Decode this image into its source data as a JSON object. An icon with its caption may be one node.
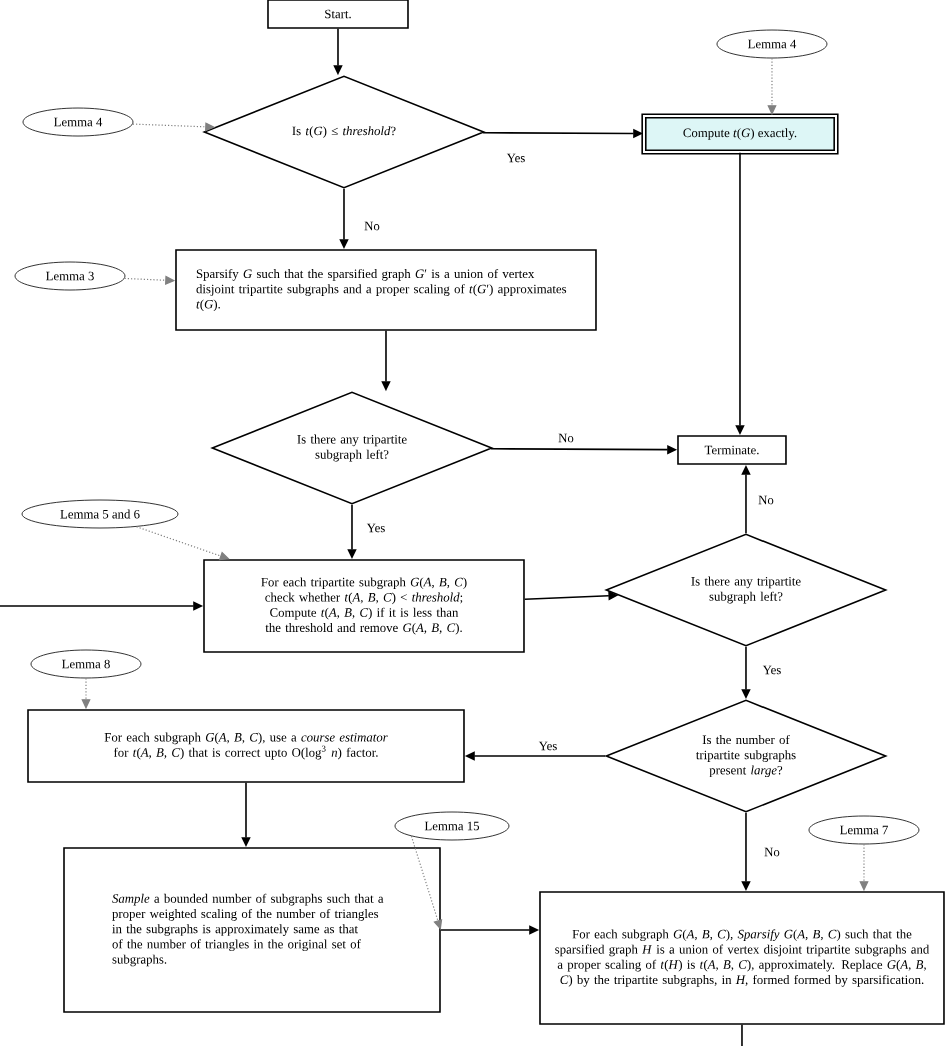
{
  "diagram": {
    "nodes": [
      {
        "text": [
          "Start."
        ]
      },
      {
        "text": [
          "Is *t*(*G*) ≤ *threshold*?"
        ]
      },
      {
        "text": [
          "Lemma 4"
        ]
      },
      {
        "text": [
          "Lemma 4"
        ]
      },
      {
        "text": [
          "Compute *t*(*G*) exactly."
        ]
      },
      {
        "text": [
          "Lemma 3"
        ]
      },
      {
        "text": [
          "Sparsify *G* such that the sparsified graph *G*′ is a union of vertex disjoint tripartite subgraphs and a proper scaling of *t*(*G*′) approximates *t*(*G*)."
        ]
      },
      {
        "text": [
          "Is there any tripartite subgraph left?"
        ]
      },
      {
        "text": [
          "Terminate."
        ]
      },
      {
        "text": [
          "Lemma 5 and 6"
        ]
      },
      {
        "text": [
          "For each tripartite subgraph *G*(*A*, *B*, *C*) check whether *t*(*A*, *B*, *C*) < *threshold*; Compute *t*(*A*, *B*, *C*) if it is less than the threshold and remove *G*(*A*, *B*, *C*)."
        ]
      },
      {
        "text": [
          "Is there any tripartite subgraph left?"
        ]
      },
      {
        "text": [
          "Lemma 8"
        ]
      },
      {
        "text": [
          "For each subgraph *G*(*A*, *B*, *C*), use a *course estimator* for *t*(*A*, *B*, *C*) that is correct upto O(log$^{3}$ *n*) factor."
        ]
      },
      {
        "text": [
          "Is the number of tripartite subgraphs present *large*?"
        ]
      },
      {
        "text": [
          "Lemma 15"
        ]
      },
      {
        "text": [
          "*Sample* a bounded number of subgraphs such that a proper weighted scaling of the number of triangles in the subgraphs is approximately same as that of the number of triangles in the original set of subgraphs."
        ]
      },
      {
        "text": [
          "Lemma 7"
        ]
      },
      {
        "text": [
          "For each subgraph *G*(*A*, *B*, *C*), *Sparsify G*(*A*, *B*, *C*) such that the sparsified graph *H* is a union of vertex disjoint tripartite subgraphs and a proper scaling of *t*(*H*) is *t*(*A*, *B*, *C*), approximately. Replace *G*(*A*, *B*, *C*) by the tripartite subgraphs, in *H*, formed formed by sparsification."
        ]
      }
    ],
    "edges": [
      {
        "from": 0,
        "to": 1,
        "arrow": "to"
      },
      {
        "from": 2,
        "to": 1,
        "arrow": "to",
        "style": "dashed",
        "color": "#808080"
      },
      {
        "from": 1,
        "to": 4,
        "arrow": "to",
        "label": "Yes"
      },
      {
        "from": 3,
        "to": 4,
        "arrow": "to",
        "style": "dashed",
        "color": "#808080"
      },
      {
        "from": 1,
        "to": 6,
        "arrow": "to",
        "label": "No"
      },
      {
        "from": 5,
        "to": 6,
        "arrow": "to",
        "style": "dashed",
        "color": "#808080"
      },
      {
        "from": 6,
        "to": 7,
        "arrow": "to"
      },
      {
        "from": 4,
        "to": 8,
        "arrow": "to"
      },
      {
        "from": 7,
        "to": 8,
        "arrow": "to",
        "label": "No"
      },
      {
        "from": 7,
        "to": 10,
        "arrow": "to",
        "label": "Yes"
      },
      {
        "from": 9,
        "to": 10,
        "arrow": "to",
        "style": "dashed",
        "color": "#808080"
      },
      {
        "from": null,
        "to": 10,
        "arrow": "to"
      },
      {
        "from": 10,
        "to": 11,
        "arrow": "to"
      },
      {
        "from": 11,
        "to": 8,
        "arrow": "to",
        "label": "No"
      },
      {
        "from": 11,
        "to": 14,
        "arrow": "to",
        "label": "Yes"
      },
      {
        "from": 14,
        "to": 13,
        "arrow": "to",
        "label": "Yes"
      },
      {
        "from": 12,
        "to": 13,
        "arrow": "to",
        "style": "dashed",
        "color": "#808080"
      },
      {
        "from": 13,
        "to": 16,
        "arrow": "to"
      },
      {
        "from": 14,
        "to": 18,
        "arrow": "to",
        "label": "No"
      },
      {
        "from": 17,
        "to": 18,
        "arrow": "to",
        "style": "dashed",
        "color": "#808080"
      },
      {
        "from": 16,
        "to": 18,
        "arrow": "to"
      },
      {
        "from": 15,
        "to": 16,
        "arrow": "to",
        "style": "dashed",
        "color": "#808080"
      },
      {
        "from": 18,
        "to": null,
        "arrow": "none"
      }
    ]
  }
}
